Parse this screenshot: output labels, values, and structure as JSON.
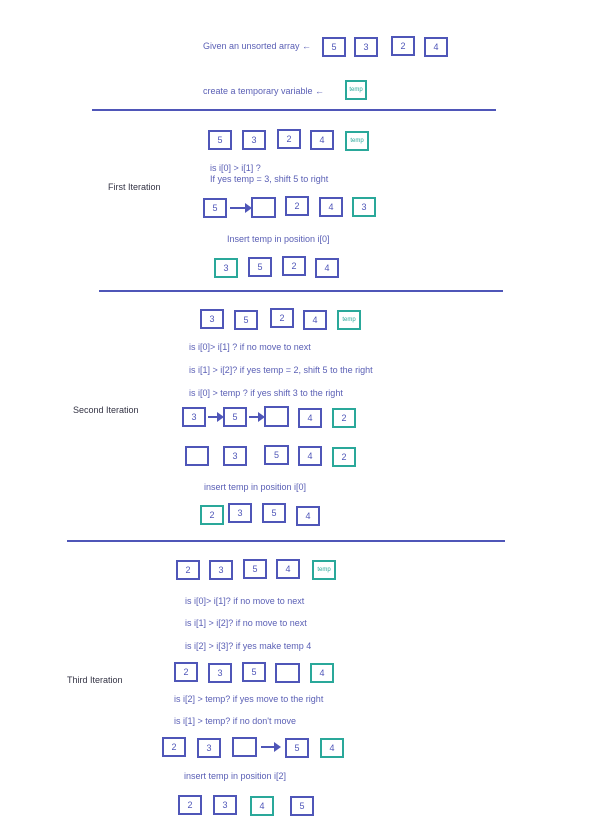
{
  "intro": {
    "given_text": "Given an unsorted array ←",
    "given_array": [
      "5",
      "3",
      "2",
      "4"
    ],
    "temp_text": "create a temporary variable ←",
    "temp_label": "temp"
  },
  "first": {
    "label": "First Iteration",
    "row1": [
      "5",
      "3",
      "2",
      "4"
    ],
    "row1_temp": "temp",
    "line1": "is i[0] > i[1] ?",
    "line2": "If yes temp = 3, shift 5 to right",
    "row2": [
      "5",
      "",
      "2",
      "4"
    ],
    "row2_temp": "3",
    "insert_text": "Insert temp in position i[0]",
    "row3": [
      "3",
      "5",
      "2",
      "4"
    ]
  },
  "second": {
    "label": "Second Iteration",
    "row1": [
      "3",
      "5",
      "2",
      "4"
    ],
    "row1_temp": "temp",
    "line1": "is i[0]> i[1] ?  if no move to next",
    "line2": "is i[1] > i[2]? if yes temp = 2, shift 5 to the right",
    "line3": "is i[0] > temp ? if yes shift 3 to the right",
    "row2": [
      "3",
      "5",
      "",
      "4"
    ],
    "row2_temp": "2",
    "row3": [
      "",
      "3",
      "5",
      "4"
    ],
    "row3_temp": "2",
    "insert_text": "insert temp in position i[0]",
    "row4": [
      "2",
      "3",
      "5",
      "4"
    ]
  },
  "third": {
    "label": "Third Iteration",
    "row1": [
      "2",
      "3",
      "5",
      "4"
    ],
    "row1_temp": "temp",
    "line1": "is i[0]> i[1]? if no move to next",
    "line2": "is i[1] > i[2]? if no move to next",
    "line3": "is i[2] > i[3]? if yes make temp 4",
    "row2": [
      "2",
      "3",
      "5",
      ""
    ],
    "row2_temp": "4",
    "line4": "is i[2] > temp? if yes move to the right",
    "line5": "is i[1] > temp? if no don't move",
    "row3": [
      "2",
      "3",
      "",
      "5"
    ],
    "row3_temp": "4",
    "insert_text": "insert temp in position i[2]",
    "row4": [
      "2",
      "3",
      "4",
      "5"
    ]
  },
  "colors": {
    "primary": "#4f56b8",
    "temp": "#2aa89a",
    "text": "#5a5fb5"
  }
}
